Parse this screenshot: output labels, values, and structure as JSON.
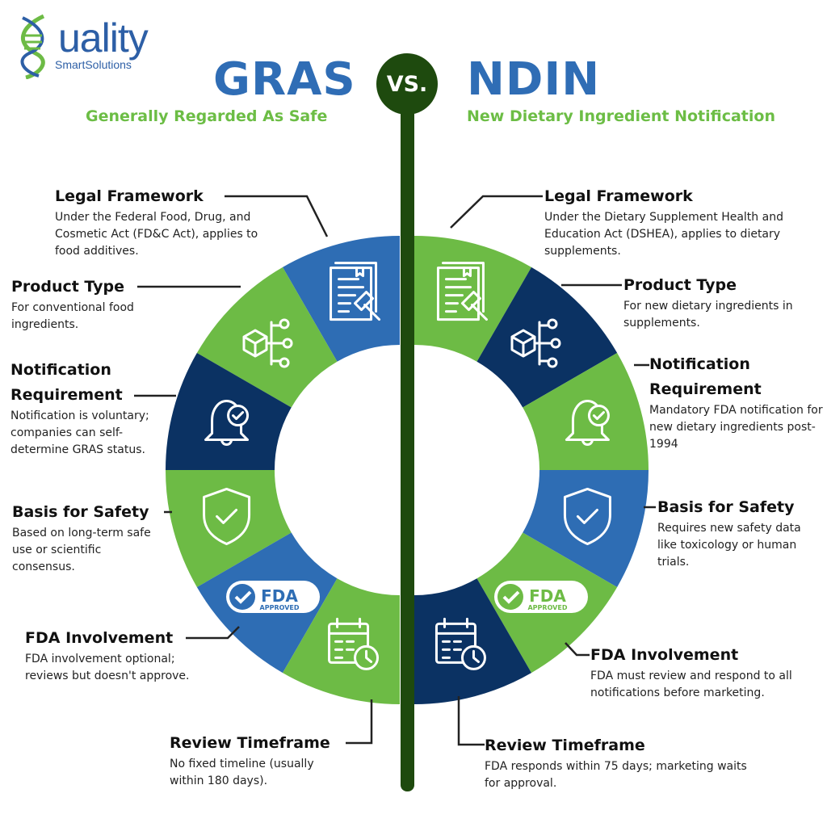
{
  "logo": {
    "word": "uality",
    "sub": "SmartSolutions"
  },
  "header": {
    "left_title": "GRAS",
    "left_subtitle": "Generally Regarded As Safe",
    "vs": "VS.",
    "right_title": "NDIN",
    "right_subtitle": "New Dietary Ingredient Notification"
  },
  "colors": {
    "blue": "#2e6db4",
    "green": "#6dbb45",
    "navy": "#0b3263",
    "bar": "#1e4a0e"
  },
  "icons": [
    "document-gavel-icon",
    "cube-network-icon",
    "bell-check-icon",
    "shield-check-icon",
    "fda-approved-icon",
    "calendar-clock-icon"
  ],
  "gras": [
    {
      "title": "Legal Framework",
      "text": "Under the Federal Food, Drug, and Cosmetic Act (FD&C Act), applies to food additives.",
      "color": "blue"
    },
    {
      "title": "Product Type",
      "text": "For conventional food ingredients.",
      "color": "green"
    },
    {
      "title": "Notification Requirement",
      "text": "Notification is voluntary; companies can self-determine GRAS status.",
      "color": "navy"
    },
    {
      "title": "Basis for Safety",
      "text": "Based on long-term safe use or scientific consensus.",
      "color": "green"
    },
    {
      "title": "FDA Involvement",
      "text": "FDA involvement optional; reviews but doesn't approve.",
      "color": "blue"
    },
    {
      "title": "Review Timeframe",
      "text": "No fixed timeline (usually within 180 days).",
      "color": "green"
    }
  ],
  "ndin": [
    {
      "title": "Legal Framework",
      "text": "Under the Dietary Supplement Health and Education Act (DSHEA), applies to dietary supplements.",
      "color": "green"
    },
    {
      "title": "Product Type",
      "text": "For new dietary ingredients in supplements.",
      "color": "navy"
    },
    {
      "title": "Notification Requirement",
      "text": "Mandatory FDA notification for new dietary ingredients post-1994",
      "color": "green"
    },
    {
      "title": "Basis for Safety",
      "text": "Requires new safety data like toxicology or human trials.",
      "color": "blue"
    },
    {
      "title": "FDA Involvement",
      "text": "FDA must review and respond to all notifications before marketing.",
      "color": "green"
    },
    {
      "title": "Review Timeframe",
      "text": "FDA responds within 75 days; marketing waits for approval.",
      "color": "navy"
    }
  ],
  "fda_badge": {
    "text": "FDA",
    "sub": "APPROVED"
  }
}
